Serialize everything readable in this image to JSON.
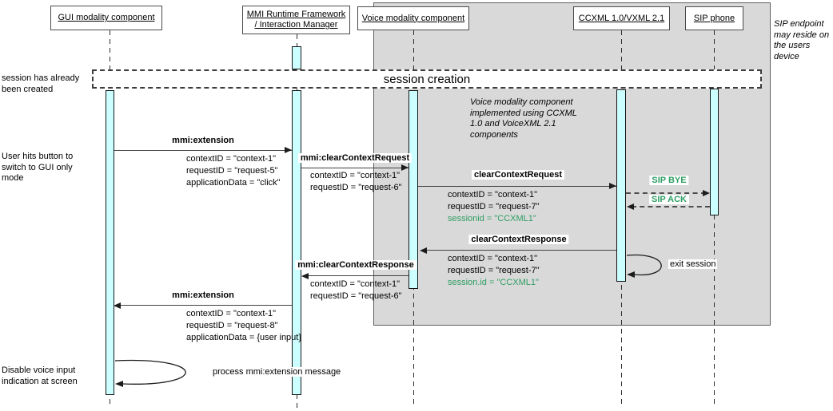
{
  "participants": {
    "gui": {
      "label": "GUI modality component"
    },
    "mmi": {
      "label_line1": "MMI Runtime Framework",
      "label_line2": "/ Interaction Manager"
    },
    "voice": {
      "label": "Voice modality component"
    },
    "ccxml": {
      "label": "CCXML 1.0/VXML 2.1"
    },
    "sip": {
      "label": "SIP phone"
    }
  },
  "session_box": {
    "label": "session creation"
  },
  "notes": {
    "session_created": "session has already been created",
    "user_mode_switch": "User hits button to switch to GUI only mode",
    "disable_voice": "Disable voice input indication at screen",
    "voice_impl": "Voice modality component implemented using CCXML 1.0 and VoiceXML 2.1 components",
    "sip_endpoint": "SIP endpoint may reside on the users device"
  },
  "messages": {
    "mmi_extension_to_im": {
      "label": "mmi:extension",
      "params": [
        "contextID = \"context-1\"",
        "requestID = \"request-5\"",
        "applicationData = \"click\""
      ]
    },
    "mmi_clear_context_request": {
      "label": "mmi:clearContextRequest",
      "params": [
        "contextID = \"context-1\"",
        "requestID = \"request-6\""
      ]
    },
    "clear_context_request": {
      "label": "clearContextRequest",
      "params": [
        "contextID = \"context-1\"",
        "requestID = \"request-7\"",
        "sessionid = \"CCXML1\""
      ]
    },
    "sip_bye": {
      "label": "SIP BYE"
    },
    "sip_ack": {
      "label": "SIP ACK"
    },
    "clear_context_response": {
      "label": "clearContextResponse",
      "params": [
        "contextID = \"context-1\"",
        "requestID = \"request-7\"",
        "session.id = \"CCXML1\""
      ]
    },
    "mmi_clear_context_response": {
      "label": "mmi:clearContextResponse",
      "params": [
        "contextID = \"context-1\"",
        "requestID = \"request-6\""
      ]
    },
    "mmi_extension_to_gui": {
      "label": "mmi:extension",
      "params": [
        "contextID = \"context-1\"",
        "requestID = \"request-8\"",
        "applicationData = {user input}"
      ]
    },
    "exit_session": {
      "label": "exit session"
    },
    "process_extension": {
      "label": "process mmi:extension message"
    }
  },
  "colors": {
    "activation_fill": "#ccffff",
    "panel_gray": "#d9d9d9",
    "sip_green": "#2e9e63",
    "line": "#404040"
  }
}
